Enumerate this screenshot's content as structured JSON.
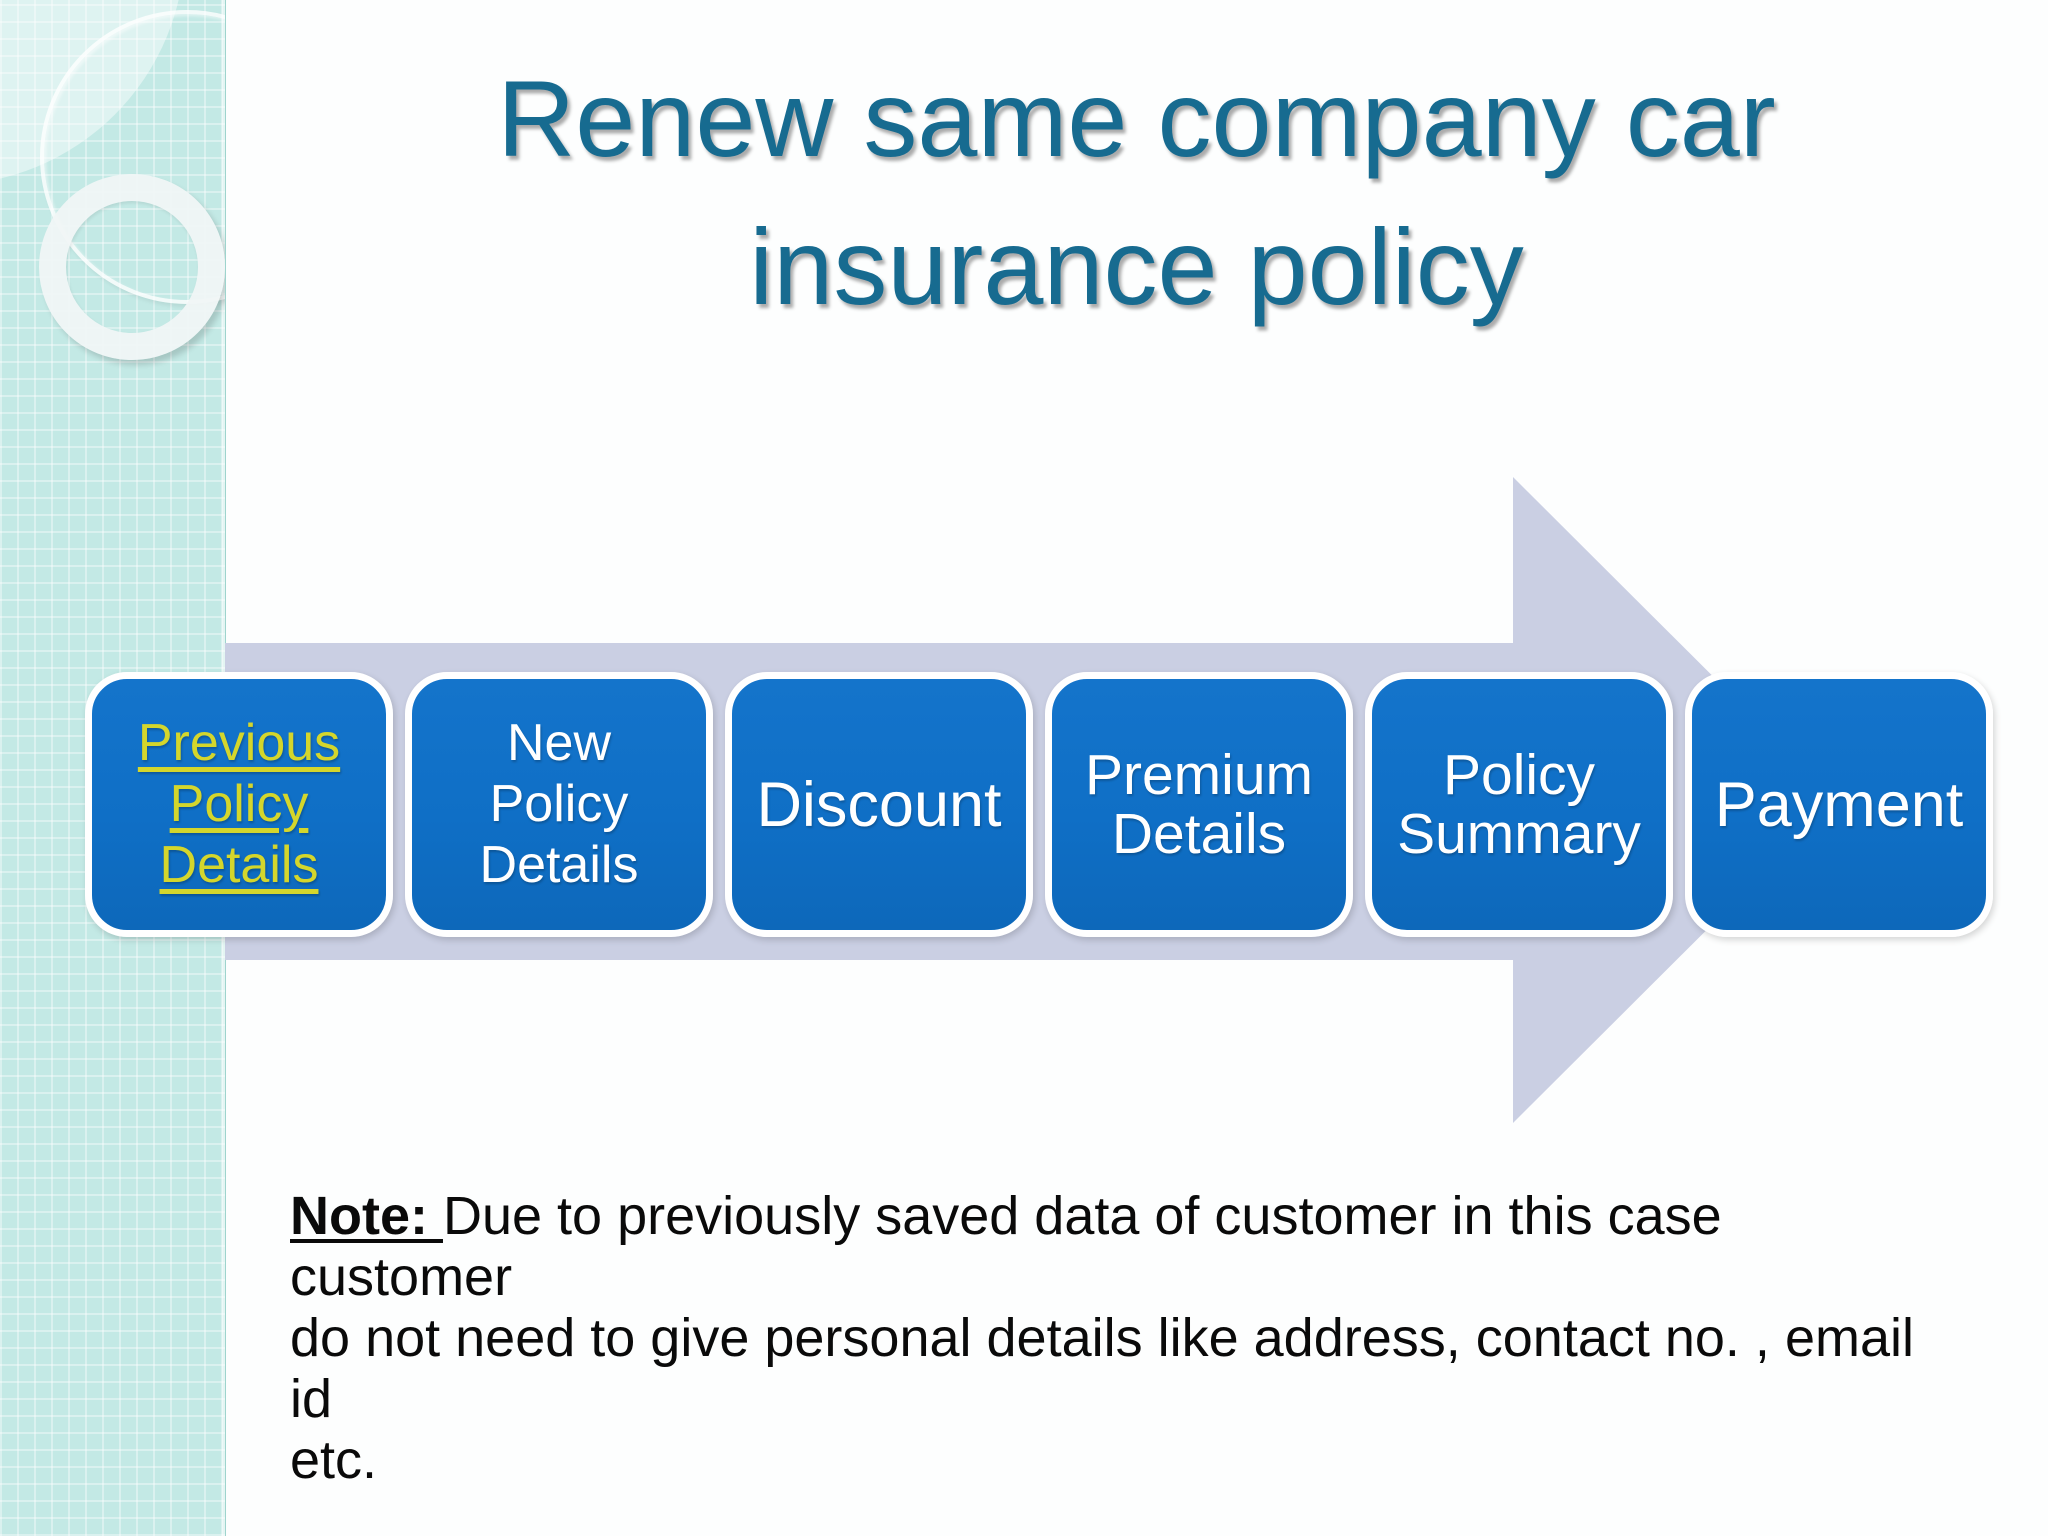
{
  "title": {
    "line1": "Renew same company car",
    "line2": "insurance policy"
  },
  "steps": [
    {
      "label": "Previous Policy Details",
      "lines": [
        "Previous",
        "Policy",
        "Details"
      ],
      "link": true
    },
    {
      "label": "New Policy Details",
      "lines": [
        "New",
        "Policy",
        "Details"
      ]
    },
    {
      "label": "Discount",
      "lines": [
        "Discount"
      ]
    },
    {
      "label": "Premium Details",
      "lines": [
        "Premium",
        "Details"
      ]
    },
    {
      "label": "Policy Summary",
      "lines": [
        "Policy",
        "Summary"
      ]
    },
    {
      "label": "Payment",
      "lines": [
        "Payment"
      ]
    }
  ],
  "note": {
    "label": "Note: ",
    "line1": "Due to previously saved data of customer in this case customer",
    "line2": "do not need to give personal details like address, contact no. , email id",
    "line3": "etc."
  },
  "colors": {
    "title": "#176B90",
    "box_blue": "#0F6FC6",
    "arrow": "#CACFE3",
    "sidebar": "#C3E9E5",
    "link_yellow": "#D4D62C",
    "slide_bg": "#FDFEFE"
  }
}
